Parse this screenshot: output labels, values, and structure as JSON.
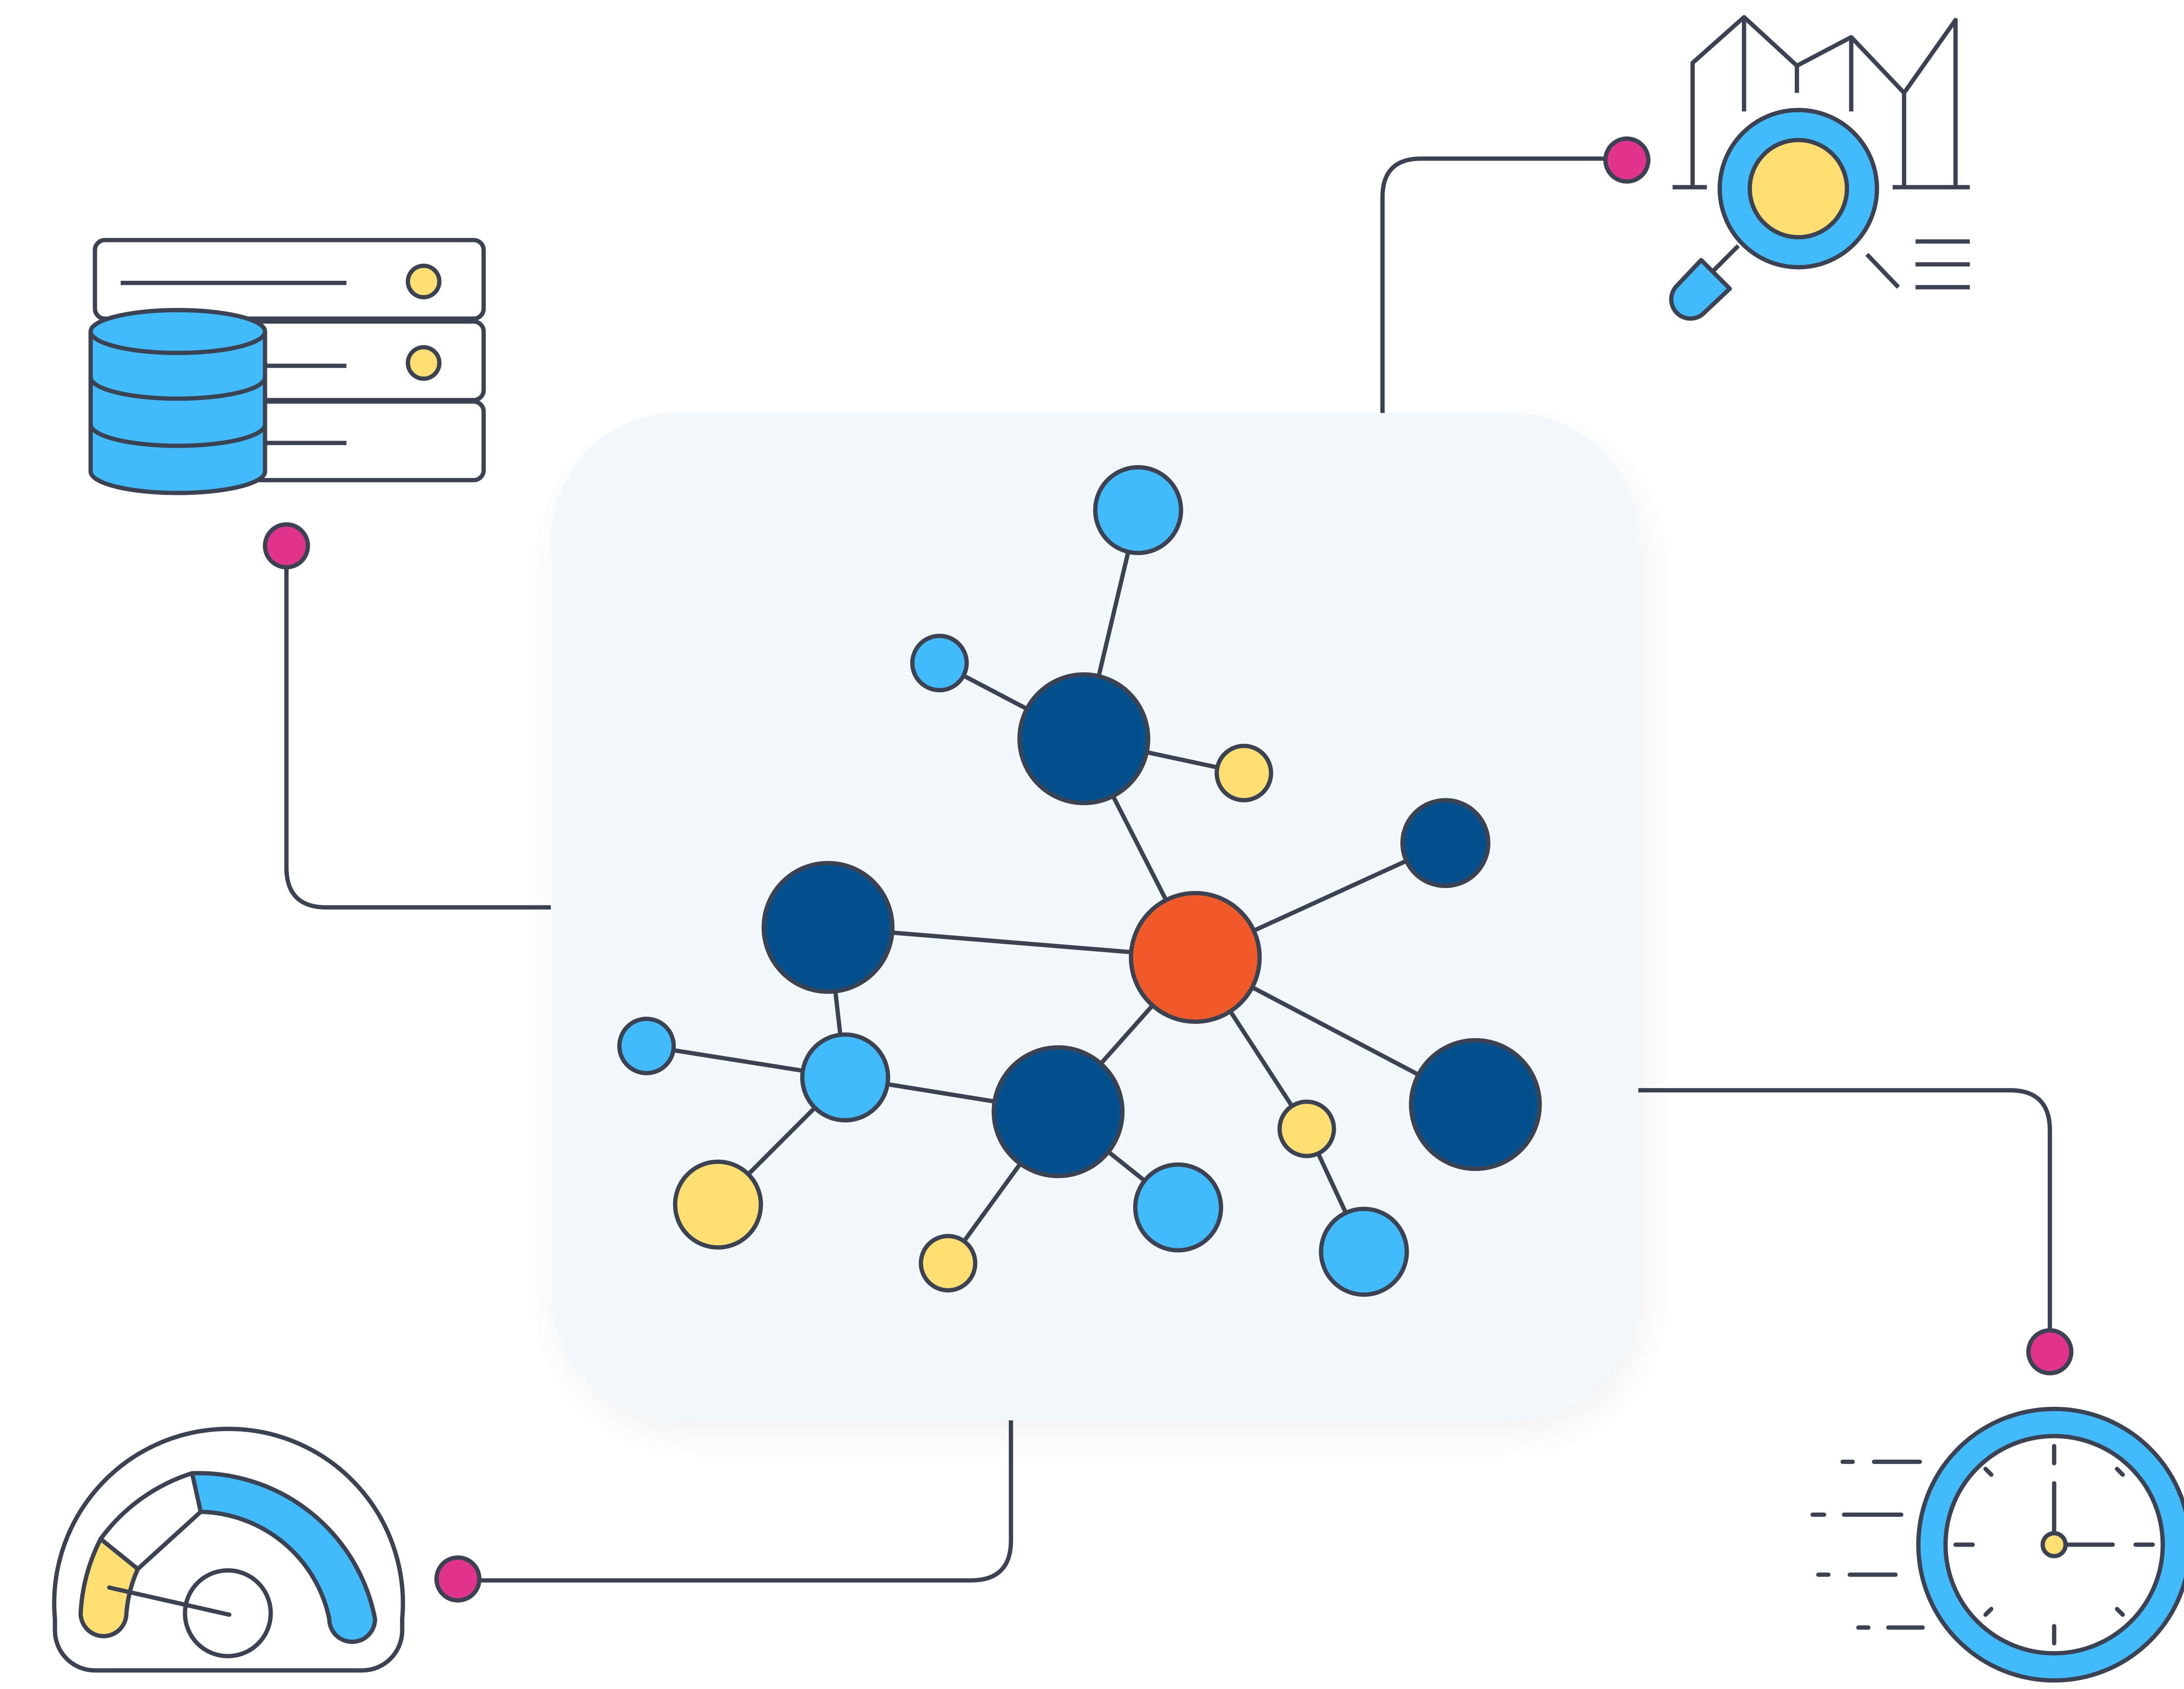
{
  "colors": {
    "background": "#ffffff",
    "panel": "#f3f8fd",
    "stroke": "#3b4252",
    "navy": "#03508d",
    "sky": "#42bbfc",
    "yellow": "#ffdf72",
    "orange": "#f05a28",
    "magenta": "#e0338c",
    "white": "#ffffff"
  },
  "icons": {
    "database": "database-server-icon",
    "analytics": "magnifier-chart-icon",
    "speed": "speedometer-gauge-icon",
    "time": "stopwatch-icon",
    "network": "network-graph-icon"
  },
  "network": {
    "nodes": [
      {
        "id": "hub",
        "kind": "orange",
        "size": "xl"
      },
      {
        "id": "top-left-hub",
        "kind": "navy",
        "size": "xl"
      },
      {
        "id": "top-leaf",
        "kind": "sky",
        "size": "md"
      },
      {
        "id": "top-small-leaf",
        "kind": "sky",
        "size": "sm"
      },
      {
        "id": "top-yellow-leaf",
        "kind": "yellow",
        "size": "sm"
      },
      {
        "id": "right-navy-small",
        "kind": "navy",
        "size": "md"
      },
      {
        "id": "left-navy",
        "kind": "navy",
        "size": "xl"
      },
      {
        "id": "left-sky",
        "kind": "sky",
        "size": "md"
      },
      {
        "id": "far-left-sky",
        "kind": "sky",
        "size": "sm"
      },
      {
        "id": "left-yellow",
        "kind": "yellow",
        "size": "md"
      },
      {
        "id": "bottom-navy",
        "kind": "navy",
        "size": "xl"
      },
      {
        "id": "bottom-sky",
        "kind": "sky",
        "size": "md"
      },
      {
        "id": "bottom-yellow",
        "kind": "yellow",
        "size": "sm"
      },
      {
        "id": "mid-yellow",
        "kind": "yellow",
        "size": "sm"
      },
      {
        "id": "right-bottom-sky",
        "kind": "sky",
        "size": "md"
      },
      {
        "id": "right-navy-big",
        "kind": "navy",
        "size": "xl"
      }
    ],
    "edges": [
      [
        "hub",
        "top-left-hub"
      ],
      [
        "top-left-hub",
        "top-leaf"
      ],
      [
        "top-left-hub",
        "top-small-leaf"
      ],
      [
        "top-left-hub",
        "top-yellow-leaf"
      ],
      [
        "hub",
        "right-navy-small"
      ],
      [
        "hub",
        "left-navy"
      ],
      [
        "left-navy",
        "left-sky"
      ],
      [
        "left-sky",
        "far-left-sky"
      ],
      [
        "left-sky",
        "left-yellow"
      ],
      [
        "left-sky",
        "bottom-navy"
      ],
      [
        "hub",
        "bottom-navy"
      ],
      [
        "bottom-navy",
        "bottom-sky"
      ],
      [
        "bottom-navy",
        "bottom-yellow"
      ],
      [
        "hub",
        "mid-yellow"
      ],
      [
        "mid-yellow",
        "right-bottom-sky"
      ],
      [
        "hub",
        "right-navy-big"
      ]
    ]
  }
}
